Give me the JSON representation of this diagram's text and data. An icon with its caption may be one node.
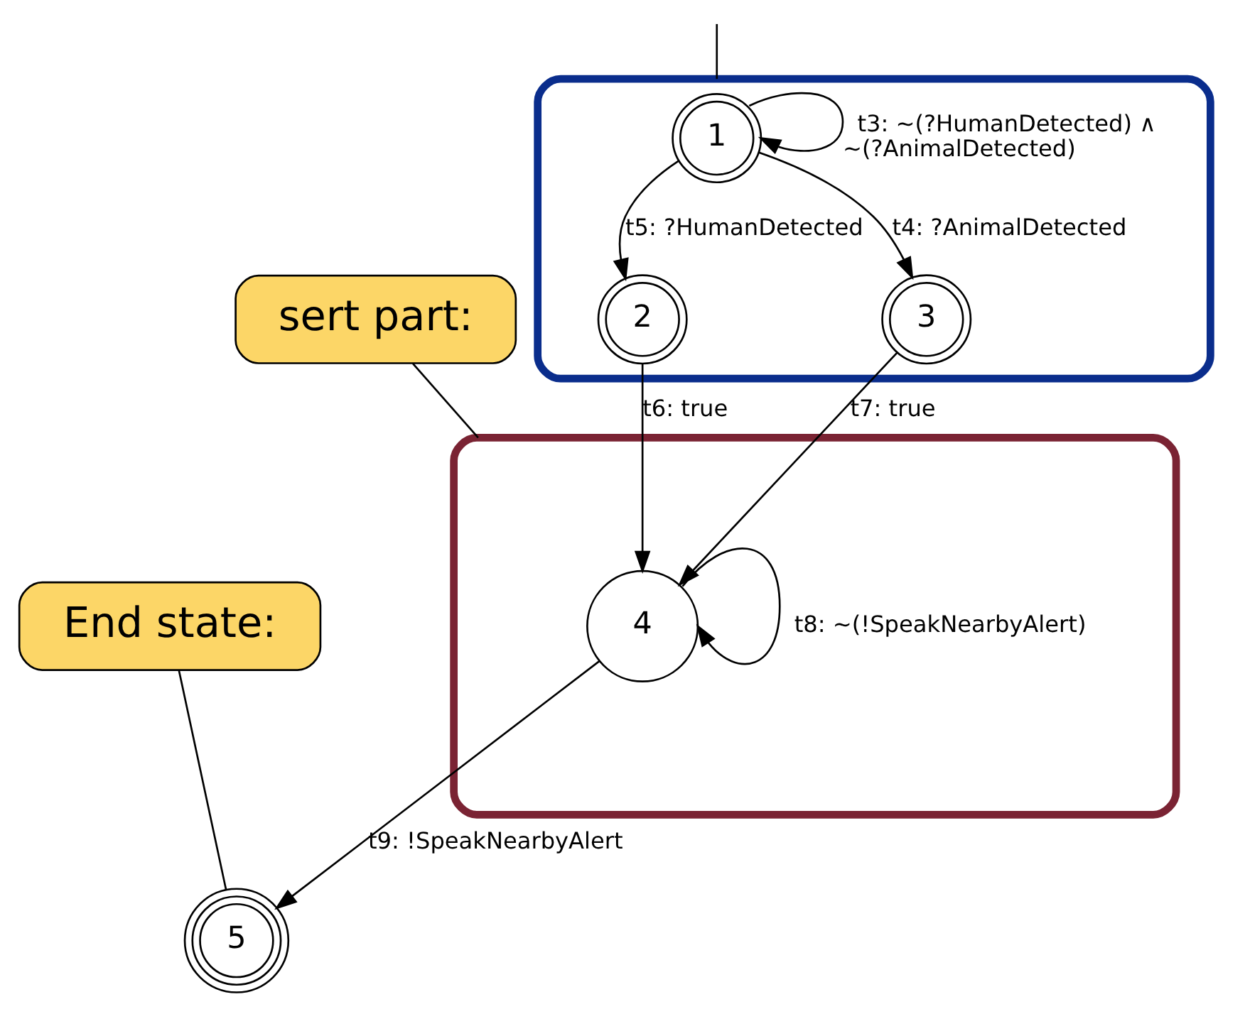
{
  "diagram": {
    "nodes": [
      {
        "text": [],
        "shape": "box"
      },
      {
        "text": [
          "1"
        ],
        "in": 0
      },
      {
        "text": [
          "2"
        ],
        "in": 0
      },
      {
        "text": [
          "3"
        ],
        "in": 0
      },
      {
        "text": [],
        "shape": "box"
      },
      {
        "text": [
          "4"
        ],
        "in": 4
      },
      {
        "text": [
          "5"
        ]
      },
      {
        "text": [
          "sert part:"
        ]
      },
      {
        "text": [
          "End state:"
        ]
      }
    ],
    "edges": [
      {
        "from": null,
        "to": 0,
        "arrow": "none"
      },
      {
        "from": 1,
        "to": 1,
        "arrow": "to",
        "label": "t3: ~(?HumanDetected) ∧ ~(?AnimalDetected)"
      },
      {
        "from": 1,
        "to": 2,
        "arrow": "to",
        "label": "t5: ?HumanDetected"
      },
      {
        "from": 1,
        "to": 3,
        "arrow": "to",
        "label": "t4: ?AnimalDetected"
      },
      {
        "from": 2,
        "to": 5,
        "arrow": "to",
        "label": "t6: true"
      },
      {
        "from": 3,
        "to": 5,
        "arrow": "to",
        "label": "t7: true"
      },
      {
        "from": 5,
        "to": 5,
        "arrow": "to",
        "label": "t8: ~(!SpeakNearbyAlert)"
      },
      {
        "from": 5,
        "to": 6,
        "arrow": "to",
        "label": "t9: !SpeakNearbyAlert"
      },
      {
        "from": 7,
        "to": 4,
        "arrow": "none"
      },
      {
        "from": 8,
        "to": 6,
        "arrow": "none"
      }
    ]
  }
}
